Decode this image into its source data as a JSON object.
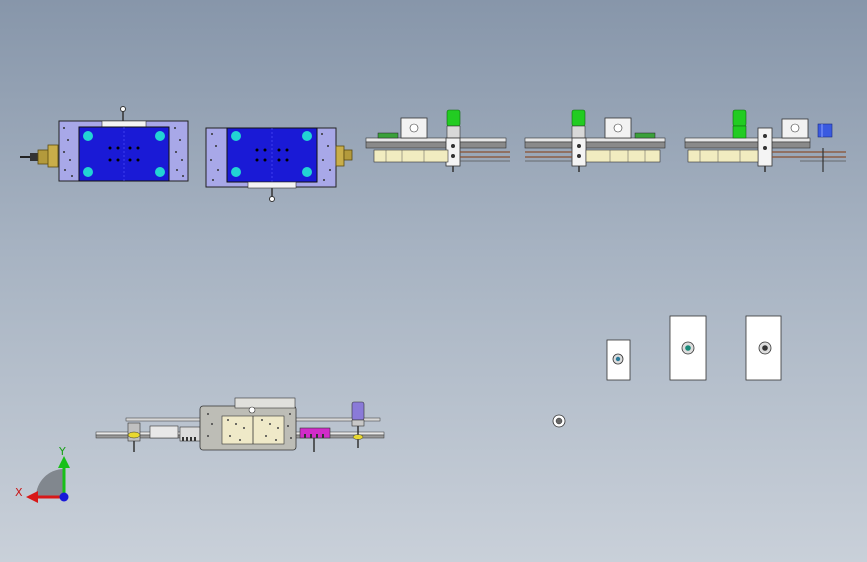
{
  "viewport": {
    "background_top": "#8796aa",
    "background_bottom": "#c9d0d9"
  },
  "colors": {
    "plate_blue": "#1a1ad6",
    "plate_lilac": "#a8a8e8",
    "hole_cyan": "#22d4d4",
    "motor_green": "#22cc22",
    "brass": "#b39a3c",
    "cylinder_blue": "#3a5ae0",
    "magenta": "#d02cc8",
    "cream": "#f1ecc0",
    "rail_brown": "#8a5030",
    "body_grey": "#bdbdb6",
    "axis_x": "#d81818",
    "axis_y": "#18c018",
    "axis_z": "#1818d8"
  },
  "views": [
    {
      "name": "top-view-left"
    },
    {
      "name": "top-view-right"
    },
    {
      "name": "front-view-1"
    },
    {
      "name": "front-view-2"
    },
    {
      "name": "front-view-3"
    },
    {
      "name": "side-view-bottom"
    },
    {
      "name": "detail-plate-small"
    },
    {
      "name": "detail-plate-medium"
    },
    {
      "name": "detail-plate-large"
    },
    {
      "name": "detail-bolt"
    }
  ],
  "triad": {
    "x_label": "X",
    "y_label": "Y",
    "icon": "coordinate-triad-icon"
  }
}
